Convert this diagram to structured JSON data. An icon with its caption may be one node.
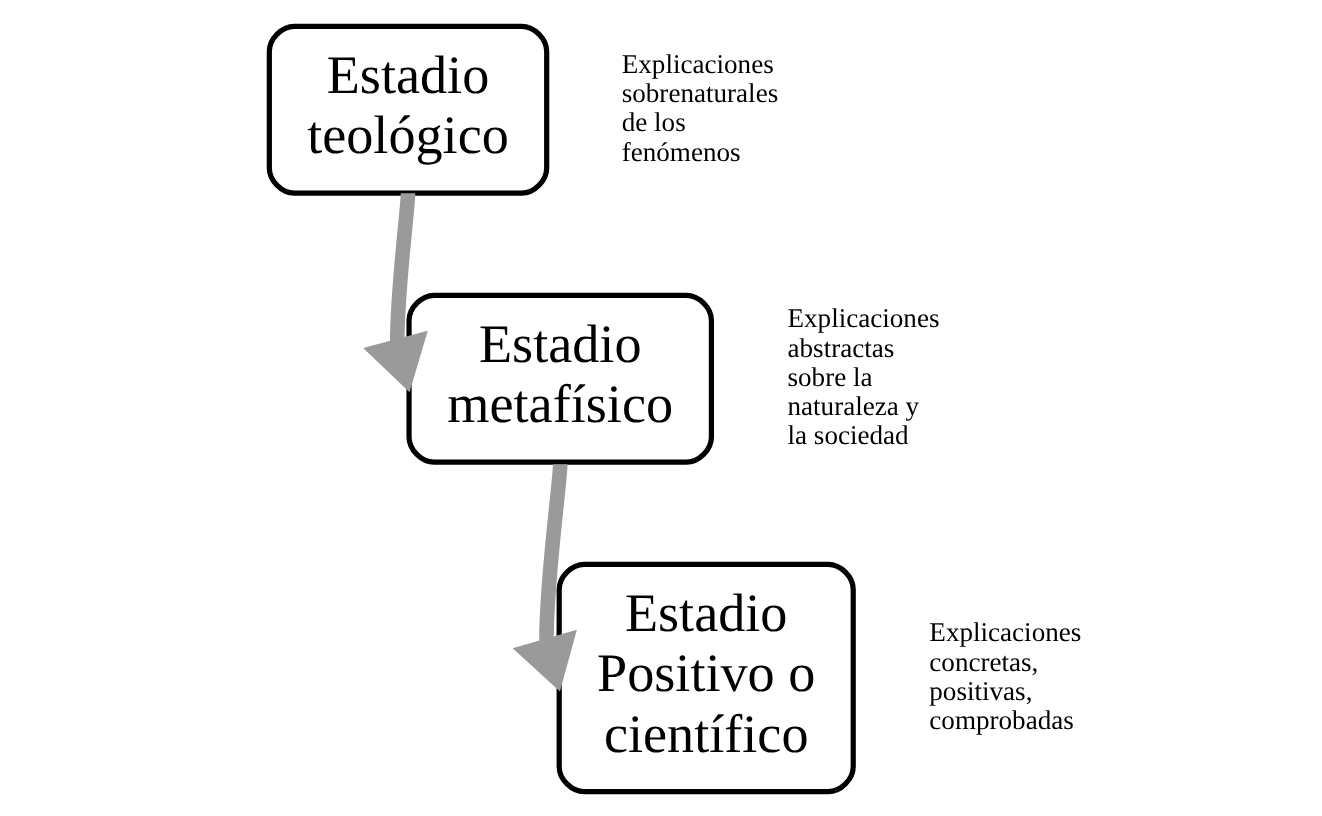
{
  "diagram": {
    "nodes": [
      {
        "text": [
          "Estadio teológico"
        ],
        "beside": [
          "Explicaciones sobrenaturales de los fenómenos"
        ]
      },
      {
        "text": [
          "Estadio metafísico"
        ],
        "beside": [
          "Explicaciones abstractas sobre la naturaleza y la sociedad"
        ]
      },
      {
        "text": [
          "Estadio Positivo o científico"
        ],
        "beside": [
          "Explicaciones concretas, positivas, comprobadas"
        ]
      }
    ],
    "edges": [
      {
        "from": 0,
        "to": 1,
        "arrow": "to"
      },
      {
        "from": 1,
        "to": 2,
        "arrow": "to"
      }
    ]
  }
}
